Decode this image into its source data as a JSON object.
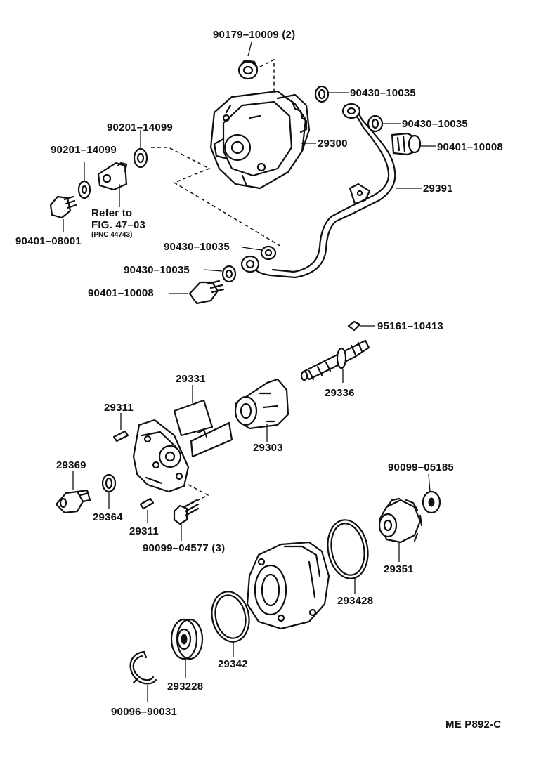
{
  "labels": {
    "p_90179": "90179–10009 (2)",
    "p_90430_a": "90430–10035",
    "p_90430_b": "90430–10035",
    "p_90201_a": "90201–14099",
    "p_90401_a": "90401–10008",
    "p_90201_b": "90201–14099",
    "p_29300": "29300",
    "p_29391": "29391",
    "refer_1": "Refer to",
    "refer_2": "FIG. 47–03",
    "refer_3": "(PNC 44743)",
    "p_90401_b": "90401–08001",
    "p_90430_c": "90430–10035",
    "p_90430_d": "90430–10035",
    "p_90401_c": "90401–10008",
    "p_95161": "95161–10413",
    "p_29331": "29331",
    "p_29336": "29336",
    "p_29311_a": "29311",
    "p_29303": "29303",
    "p_29369": "29369",
    "p_90099_a": "90099–05185",
    "p_29364": "29364",
    "p_29311_b": "29311",
    "p_90099_b": "90099–04577 (3)",
    "p_29351": "29351",
    "p_29342b": "293428",
    "p_29342": "29342",
    "p_29322b": "293228",
    "p_90096": "90096–90031",
    "figure_code": "ME  P892-C"
  }
}
